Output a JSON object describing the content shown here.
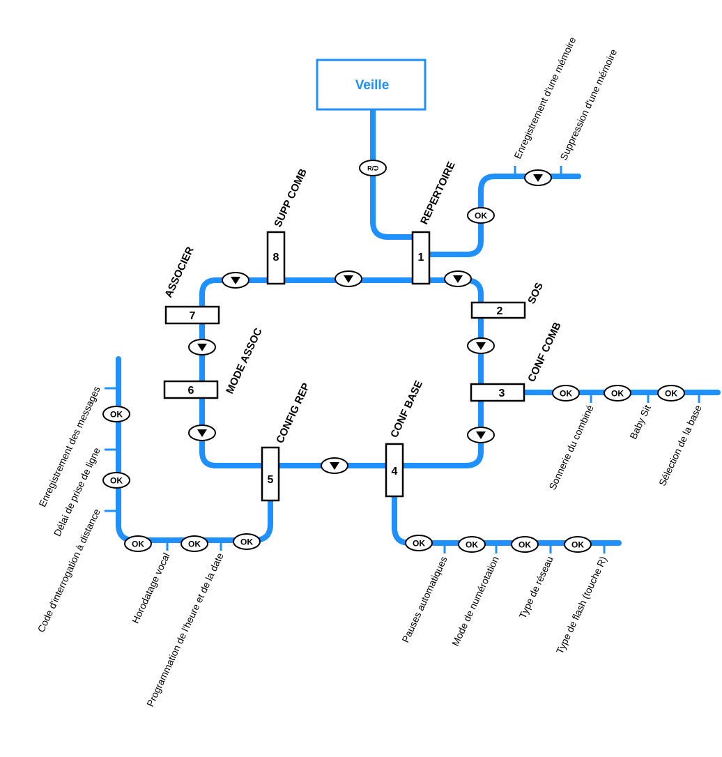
{
  "standby": {
    "label": "Veille"
  },
  "access_key": {
    "symbol": "R/⮊"
  },
  "nav_key": {
    "label": "OK"
  },
  "menus": [
    {
      "number": "1",
      "name": "REPERTOIRE"
    },
    {
      "number": "2",
      "name": "SOS"
    },
    {
      "number": "3",
      "name": "CONF COMB"
    },
    {
      "number": "4",
      "name": "CONF BASE"
    },
    {
      "number": "5",
      "name": "CONFIG REP"
    },
    {
      "number": "6",
      "name": "MODE ASSOC"
    },
    {
      "number": "7",
      "name": "ASSOCIER"
    },
    {
      "number": "8",
      "name": "SUPP COMB"
    }
  ],
  "submenus": {
    "repertoire": [
      "Enregistrement d'une mémoire",
      "Suppression d'une mémoire"
    ],
    "conf_comb": [
      "Sonnerie du combiné",
      "Baby Sit",
      "Sélection de la base"
    ],
    "conf_base": [
      "Pauses automatiques",
      "Mode de numérotation",
      "Type de réseau",
      "Type de flash (touche R)"
    ],
    "config_rep": [
      "Enregistrement des messages",
      "Délai de prise de ligne",
      "Code d'interrogation à distance",
      "Horodatage vocal",
      "Programmation de l'heure et de la date"
    ]
  },
  "colors": {
    "route": "#1e90ff",
    "veille_text": "#1e90ff",
    "box_border": "#000000"
  },
  "icons": {
    "next": "down-arrow-icon",
    "access": "r-flash-key-icon"
  }
}
